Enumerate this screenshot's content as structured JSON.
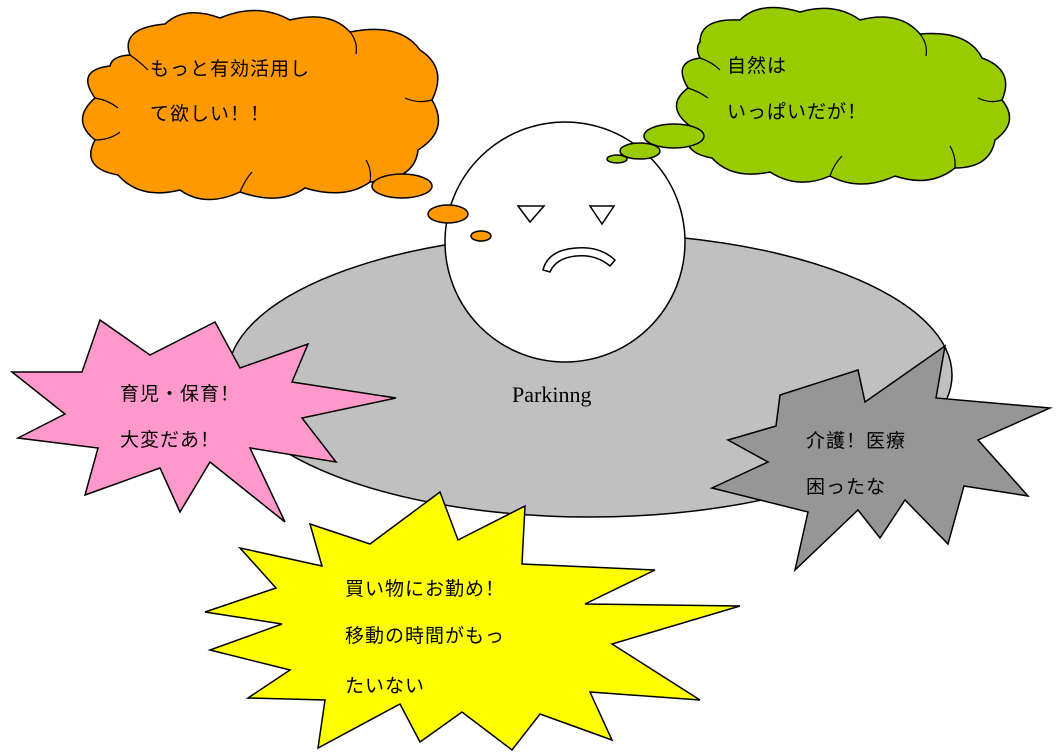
{
  "center_label": "Parkinng",
  "bubbles": {
    "orange": {
      "lines": [
        "もっと有効活用し",
        "て欲しい！！"
      ],
      "color": "#ff9900"
    },
    "green": {
      "lines": [
        "自然は",
        "いっぱいだが！"
      ],
      "color": "#99cc00"
    },
    "pink": {
      "lines": [
        "育児・保育！",
        "大変だあ！"
      ],
      "color": "#ff99cc"
    },
    "gray": {
      "lines": [
        "介護！医療",
        "困ったな"
      ],
      "color": "#969696"
    },
    "yellow": {
      "lines": [
        "買い物にお勤め！",
        "移動の時間がもっ",
        "たいない"
      ],
      "color": "#ffff00"
    }
  },
  "colors": {
    "parking_fill": "#c0c0c0",
    "face_fill": "#ffffff",
    "outline": "#000000"
  }
}
